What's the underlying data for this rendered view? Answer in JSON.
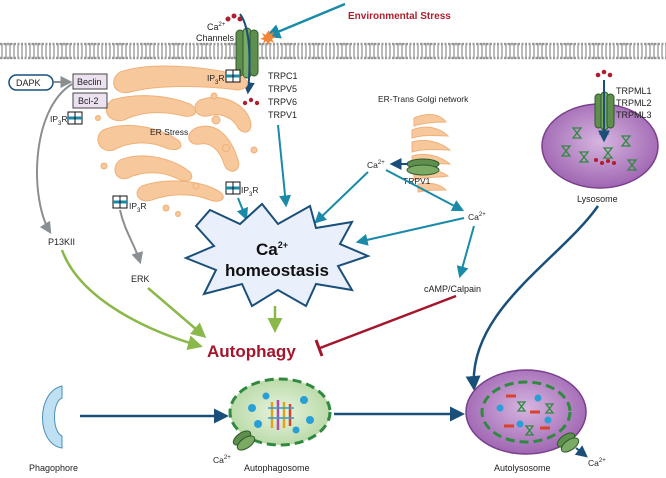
{
  "labels": {
    "environmental_stress": "Environmental Stress",
    "ca_channels_ca": "Ca",
    "ca_channels_sup": "2+",
    "ca_channels_text": "Channels",
    "ip3r": "IP",
    "ip3r_sub": "3",
    "ip3r_r": "R",
    "trp_list": [
      "TRPC1",
      "TRPV5",
      "TRPV6",
      "TRPV1"
    ],
    "dapk": "DAPK",
    "beclin": "Beclin",
    "bcl2": "Bcl-2",
    "er_stress": "ER Stress",
    "er_trans_golgi": "ER-Trans Golgi network",
    "trpv1_golgi": "TRPV1",
    "ca2": "Ca",
    "ca2_sup": "2+",
    "trpml_list": [
      "TRPML1",
      "TRPML2",
      "TRPML3"
    ],
    "lysosome": "Lysosome",
    "p13kii": "P13KII",
    "erk": "ERK",
    "homeostasis_ca": "Ca",
    "homeostasis_sup": "2+",
    "homeostasis_text": "homeostasis",
    "camp_calpain": "cAMP/Calpain",
    "autophagy": "Autophagy",
    "phagophore": "Phagophore",
    "autophagosome": "Autophagosome",
    "autolysosome": "Autolysosome"
  },
  "colors": {
    "membrane": "#555555",
    "er": "#f7c89c",
    "teal_arrow": "#1a8aa8",
    "navy_arrow": "#1a4f7a",
    "green_arrow": "#8bb84a",
    "gray_arrow": "#8a8f94",
    "inhibit": "#a3162b",
    "lysosome_fill": "#b57cc4",
    "channel_green": "#5f8f4e",
    "phagophore": "#bfe0f2",
    "autophagosome_ring": "#2f8a3f"
  }
}
